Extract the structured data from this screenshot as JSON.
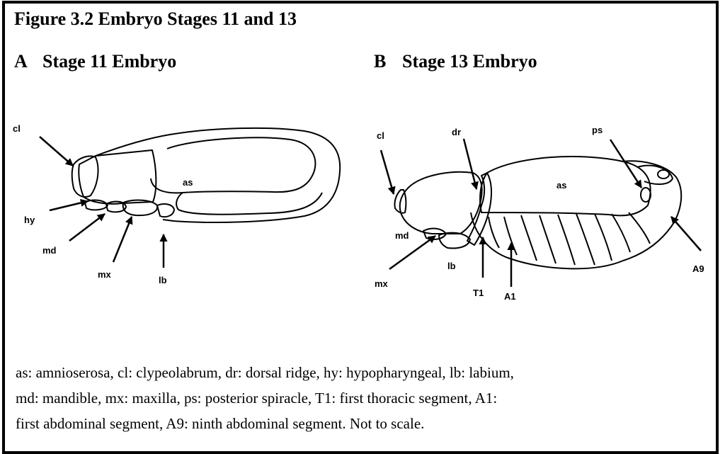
{
  "figure": {
    "title": "Figure 3.2  Embryo Stages 11 and 13"
  },
  "panels": {
    "a": {
      "letter": "A",
      "title": "Stage 11 Embryo"
    },
    "b": {
      "letter": "B",
      "title": "Stage 13 Embryo"
    }
  },
  "labels_a": {
    "cl": "cl",
    "as": "as",
    "hy": "hy",
    "md": "md",
    "mx": "mx",
    "lb": "lb"
  },
  "labels_b": {
    "cl": "cl",
    "dr": "dr",
    "ps": "ps",
    "as": "as",
    "md": "md",
    "mx": "mx",
    "lb": "lb",
    "t1": "T1",
    "a1": "A1",
    "a9": "A9"
  },
  "caption": {
    "line1": "as: amnioserosa, cl: clypeolabrum, dr: dorsal ridge, hy: hypopharyngeal, lb: labium,",
    "line2": "md: mandible, mx: maxilla, ps: posterior spiracle, T1: first thoracic segment, A1:",
    "line3": "first abdominal segment, A9: ninth abdominal segment. Not to scale."
  },
  "colors": {
    "ink": "#000000",
    "background": "#ffffff"
  }
}
